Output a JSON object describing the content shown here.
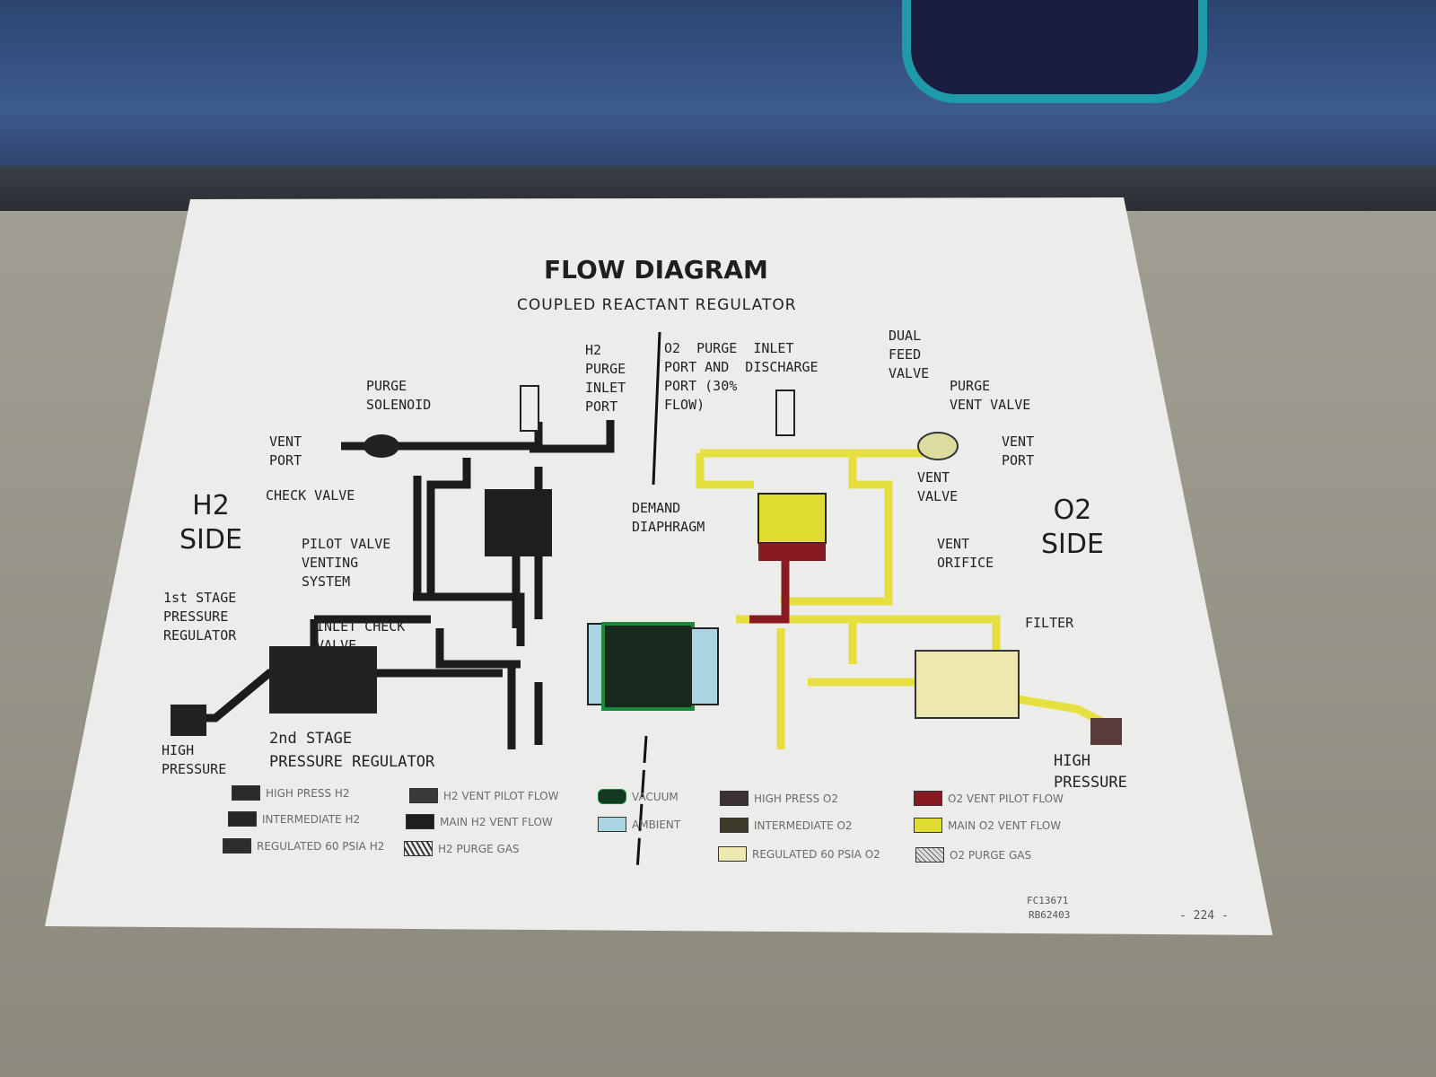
{
  "title": "FLOW DIAGRAM",
  "subtitle": "COUPLED REACTANT REGULATOR",
  "sides": {
    "h2": "H2\nSIDE",
    "o2": "O2\nSIDE"
  },
  "labels": {
    "h2_purge_inlet": "H2\nPURGE\nINLET\nPORT",
    "o2_purge_inlet": "O2  PURGE  INLET\nPORT AND  DISCHARGE\nPORT (30%\nFLOW)",
    "dual_feed": "DUAL\nFEED\nVALVE",
    "purge_vent_valve": "PURGE\nVENT VALVE",
    "vent_port_left": "VENT\nPORT",
    "vent_port_right": "VENT\nPORT",
    "purge_solenoid": "PURGE\nSOLENOID",
    "check_valve": "CHECK VALVE",
    "vent_valve": "VENT\nVALVE",
    "vent_orifice": "VENT\nORIFICE",
    "demand_diaphragm": "DEMAND\nDIAPHRAGM",
    "pilot_valve": "PILOT VALVE\nVENTING\nSYSTEM",
    "first_stage": "1st STAGE\nPRESSURE\nREGULATOR",
    "inlet_check": "INLET CHECK\nVALVE",
    "second_stage": "2nd STAGE\nPRESSURE REGULATOR",
    "high_pressure_left": "HIGH\nPRESSURE",
    "high_pressure_right": "HIGH\nPRESSURE",
    "filter": "FILTER"
  },
  "legend": [
    {
      "label": "HIGH PRESS H2",
      "color": "#2a2a2a"
    },
    {
      "label": "INTERMEDIATE H2",
      "color": "#262626"
    },
    {
      "label": "REGULATED 60 PSIA H2",
      "color": "#2c2c2c"
    },
    {
      "label": "H2 VENT PILOT FLOW",
      "color": "#3a3a3a"
    },
    {
      "label": "MAIN H2 VENT FLOW",
      "color": "#1e1e1e"
    },
    {
      "label": "H2 PURGE GAS",
      "color": "#d8d8d8"
    },
    {
      "label": "VACUUM",
      "color": "#123a22"
    },
    {
      "label": "AMBIENT",
      "color": "#a9d4e2"
    },
    {
      "label": "HIGH PRESS O2",
      "color": "#3a3036"
    },
    {
      "label": "INTERMEDIATE O2",
      "color": "#3d3a2a"
    },
    {
      "label": "REGULATED 60 PSIA O2",
      "color": "#ece8b0"
    },
    {
      "label": "O2 VENT PILOT FLOW",
      "color": "#8a1a22"
    },
    {
      "label": "MAIN O2 VENT FLOW",
      "color": "#e0dc30"
    },
    {
      "label": "O2 PURGE GAS",
      "color": "#dcdcd0"
    }
  ],
  "footer": {
    "code1": "FC13671",
    "code2": "RB62403",
    "page": "- 224 -"
  }
}
